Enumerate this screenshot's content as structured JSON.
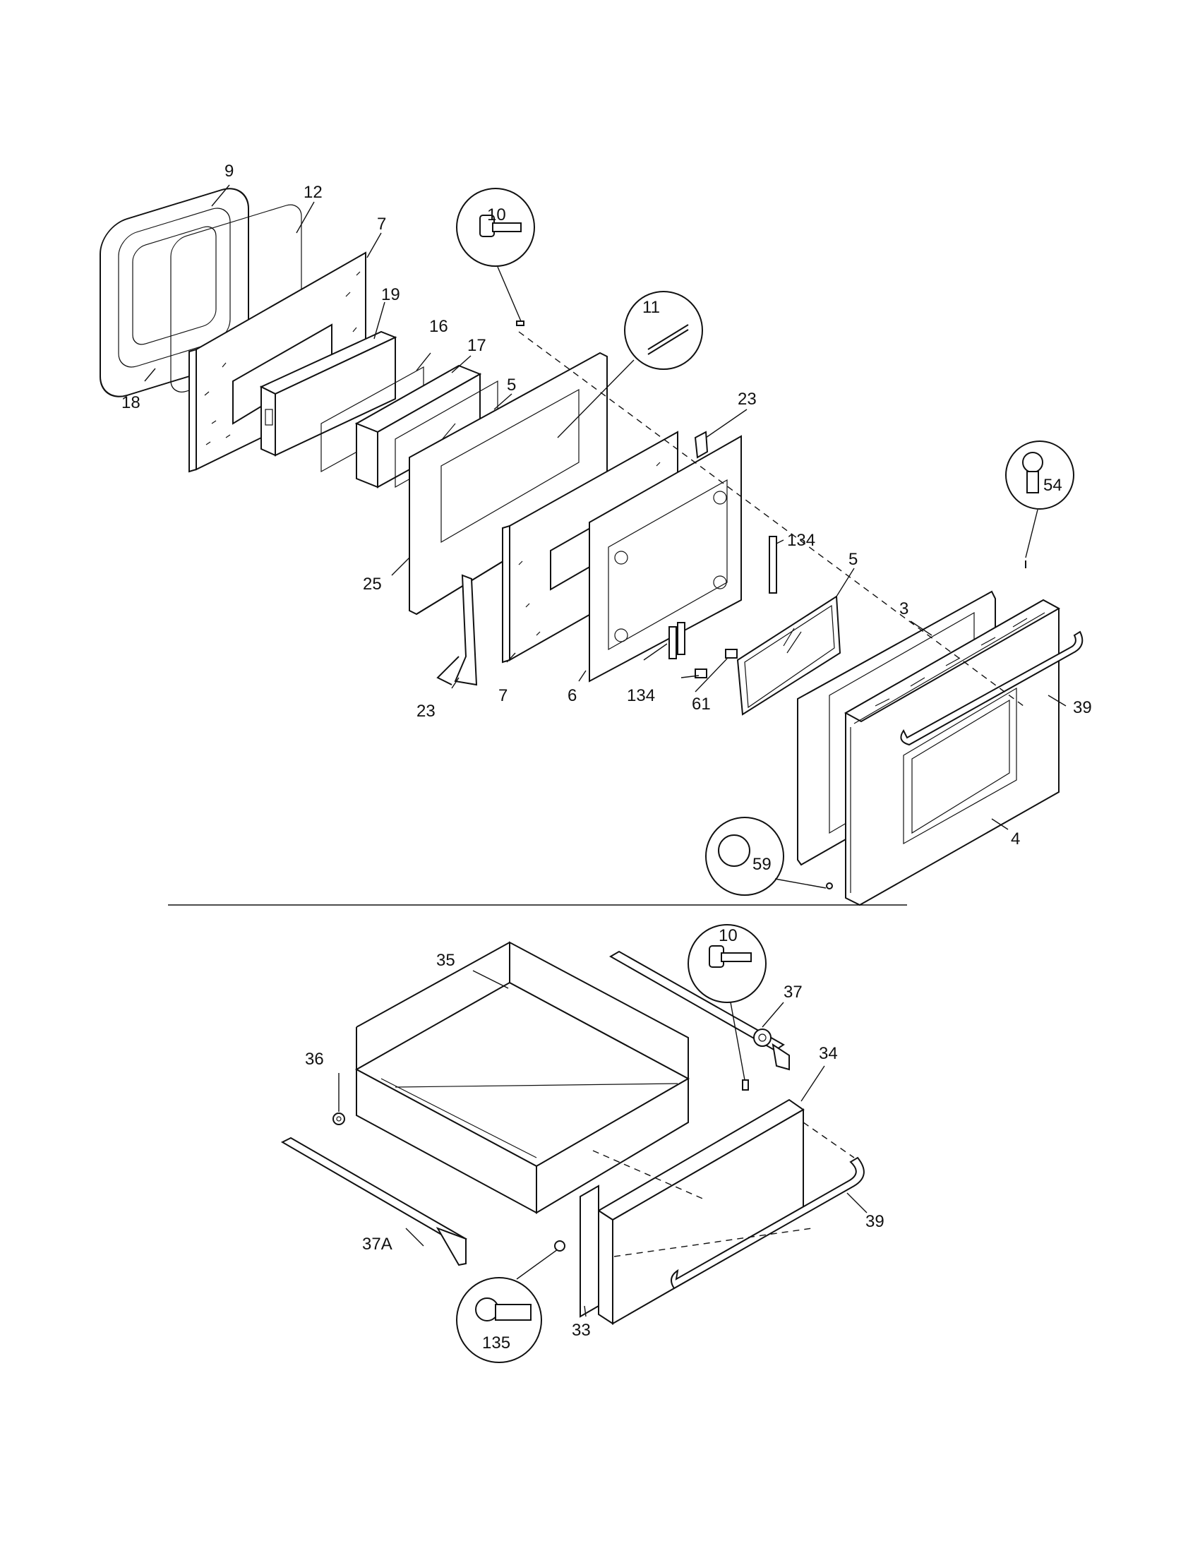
{
  "diagram": {
    "callouts": [
      {
        "id": "c9",
        "text": "9"
      },
      {
        "id": "c12",
        "text": "12"
      },
      {
        "id": "c7a",
        "text": "7"
      },
      {
        "id": "c19",
        "text": "19"
      },
      {
        "id": "c16",
        "text": "16"
      },
      {
        "id": "c17",
        "text": "17"
      },
      {
        "id": "c5a",
        "text": "5"
      },
      {
        "id": "c18",
        "text": "18"
      },
      {
        "id": "c10a",
        "text": "10"
      },
      {
        "id": "c11",
        "text": "11"
      },
      {
        "id": "c23a",
        "text": "23"
      },
      {
        "id": "c54",
        "text": "54"
      },
      {
        "id": "c134a",
        "text": "134"
      },
      {
        "id": "c5b",
        "text": "5"
      },
      {
        "id": "c25",
        "text": "25"
      },
      {
        "id": "c3",
        "text": "3"
      },
      {
        "id": "c39a",
        "text": "39"
      },
      {
        "id": "c23b",
        "text": "23"
      },
      {
        "id": "c7b",
        "text": "7"
      },
      {
        "id": "c6",
        "text": "6"
      },
      {
        "id": "c134b",
        "text": "134"
      },
      {
        "id": "c61",
        "text": "61"
      },
      {
        "id": "c4",
        "text": "4"
      },
      {
        "id": "c59",
        "text": "59"
      },
      {
        "id": "c10b",
        "text": "10"
      },
      {
        "id": "c35",
        "text": "35"
      },
      {
        "id": "c37",
        "text": "37"
      },
      {
        "id": "c36",
        "text": "36"
      },
      {
        "id": "c34",
        "text": "34"
      },
      {
        "id": "c39b",
        "text": "39"
      },
      {
        "id": "c37A",
        "text": "37A"
      },
      {
        "id": "c33",
        "text": "33"
      },
      {
        "id": "c135",
        "text": "135"
      }
    ]
  }
}
